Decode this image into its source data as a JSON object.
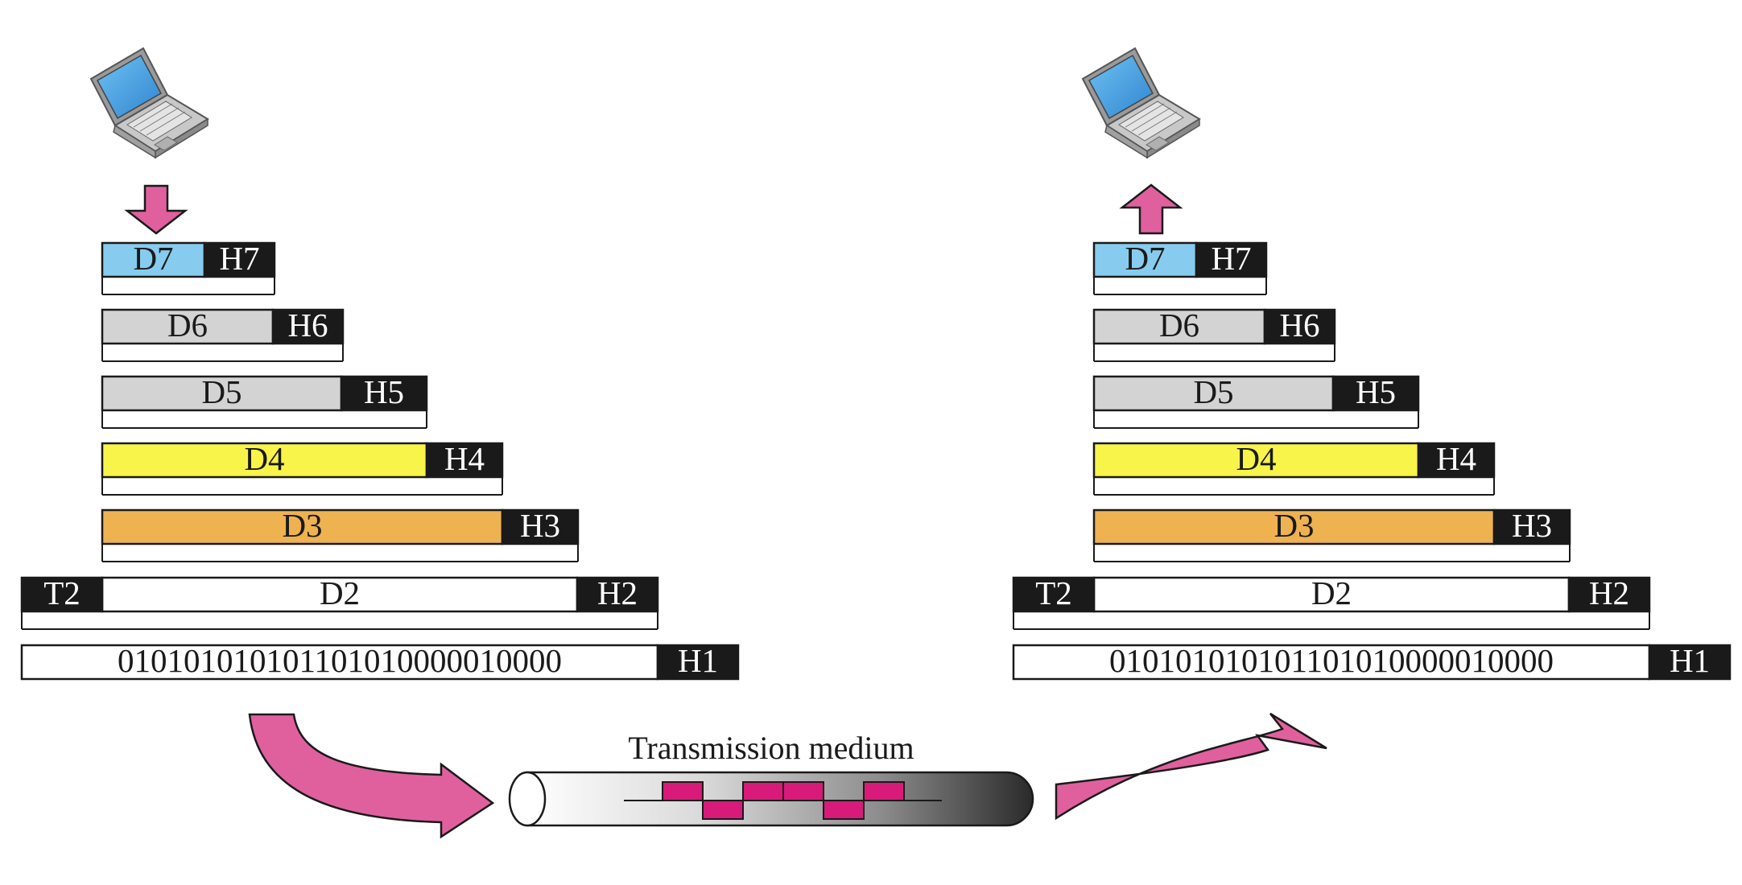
{
  "colors": {
    "header": "#1a1a1a",
    "arrow": "#e0609e",
    "signal": "#d81b7a",
    "layer7": "#87ccef",
    "layer6": "#d3d3d3",
    "layer5": "#d3d3d3",
    "layer4": "#f9f44a",
    "layer3": "#efb251",
    "layer2": "#ffffff",
    "layer1": "#ffffff",
    "laptop_screen": "#3d9ee0",
    "laptop_body": "#c8c8c8"
  },
  "icons": {
    "sender": "laptop-icon",
    "receiver": "laptop-icon",
    "down_arrow": "arrow-down-icon",
    "up_arrow": "arrow-up-icon",
    "cable": "transmission-cable-icon"
  },
  "sender": {
    "layers": [
      {
        "data": "D7",
        "header": "H7"
      },
      {
        "data": "D6",
        "header": "H6"
      },
      {
        "data": "D5",
        "header": "H5"
      },
      {
        "data": "D4",
        "header": "H4"
      },
      {
        "data": "D3",
        "header": "H3"
      },
      {
        "data": "D2",
        "header": "H2",
        "trailer": "T2"
      },
      {
        "data": "010101010101101010000010000",
        "header": "H1"
      }
    ]
  },
  "receiver": {
    "layers": [
      {
        "data": "D7",
        "header": "H7"
      },
      {
        "data": "D6",
        "header": "H6"
      },
      {
        "data": "D5",
        "header": "H5"
      },
      {
        "data": "D4",
        "header": "H4"
      },
      {
        "data": "D3",
        "header": "H3"
      },
      {
        "data": "D2",
        "header": "H2",
        "trailer": "T2"
      },
      {
        "data": "010101010101101010000010000",
        "header": "H1"
      }
    ]
  },
  "medium": {
    "title": "Transmission medium"
  }
}
